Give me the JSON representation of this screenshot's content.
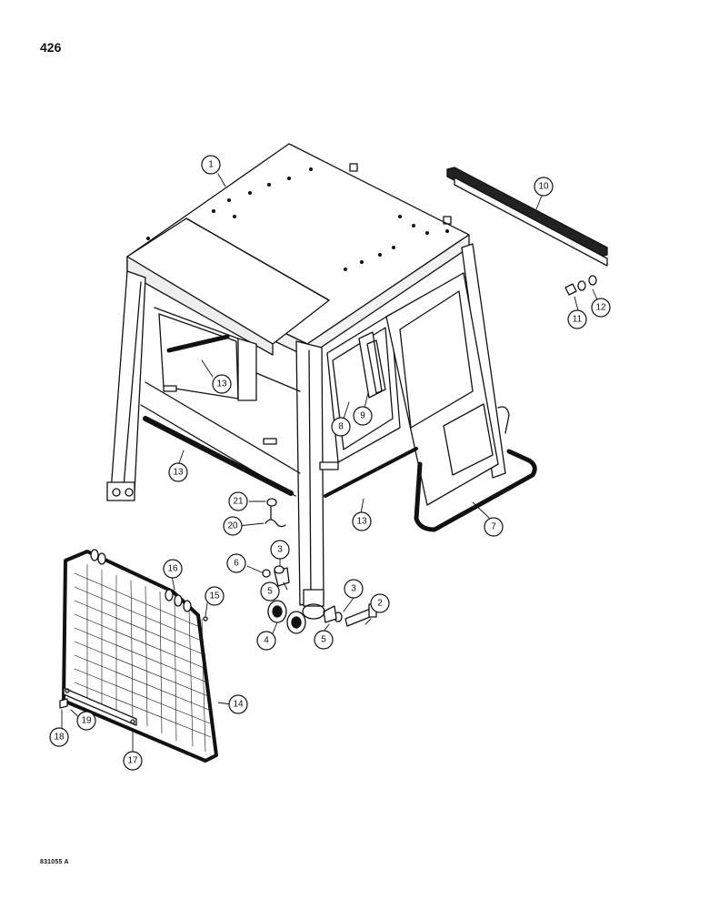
{
  "page": {
    "number": "426",
    "figure_code": "831055 A"
  },
  "colors": {
    "ink": "#111111",
    "paper": "#ffffff",
    "shade": "#d9d9d9",
    "dark": "#222222"
  },
  "callouts": [
    {
      "id": "1",
      "label": "1"
    },
    {
      "id": "2",
      "label": "2"
    },
    {
      "id": "3a",
      "label": "3"
    },
    {
      "id": "3b",
      "label": "3"
    },
    {
      "id": "4",
      "label": "4"
    },
    {
      "id": "5a",
      "label": "5"
    },
    {
      "id": "5b",
      "label": "5"
    },
    {
      "id": "6",
      "label": "6"
    },
    {
      "id": "7",
      "label": "7"
    },
    {
      "id": "8",
      "label": "8"
    },
    {
      "id": "9",
      "label": "9"
    },
    {
      "id": "10",
      "label": "10"
    },
    {
      "id": "11",
      "label": "11"
    },
    {
      "id": "12",
      "label": "12"
    },
    {
      "id": "13a",
      "label": "13"
    },
    {
      "id": "13b",
      "label": "13"
    },
    {
      "id": "13c",
      "label": "13"
    },
    {
      "id": "14",
      "label": "14"
    },
    {
      "id": "15",
      "label": "15"
    },
    {
      "id": "16",
      "label": "16"
    },
    {
      "id": "17",
      "label": "17"
    },
    {
      "id": "18",
      "label": "18"
    },
    {
      "id": "19",
      "label": "19"
    },
    {
      "id": "20",
      "label": "20"
    },
    {
      "id": "21",
      "label": "21"
    }
  ]
}
